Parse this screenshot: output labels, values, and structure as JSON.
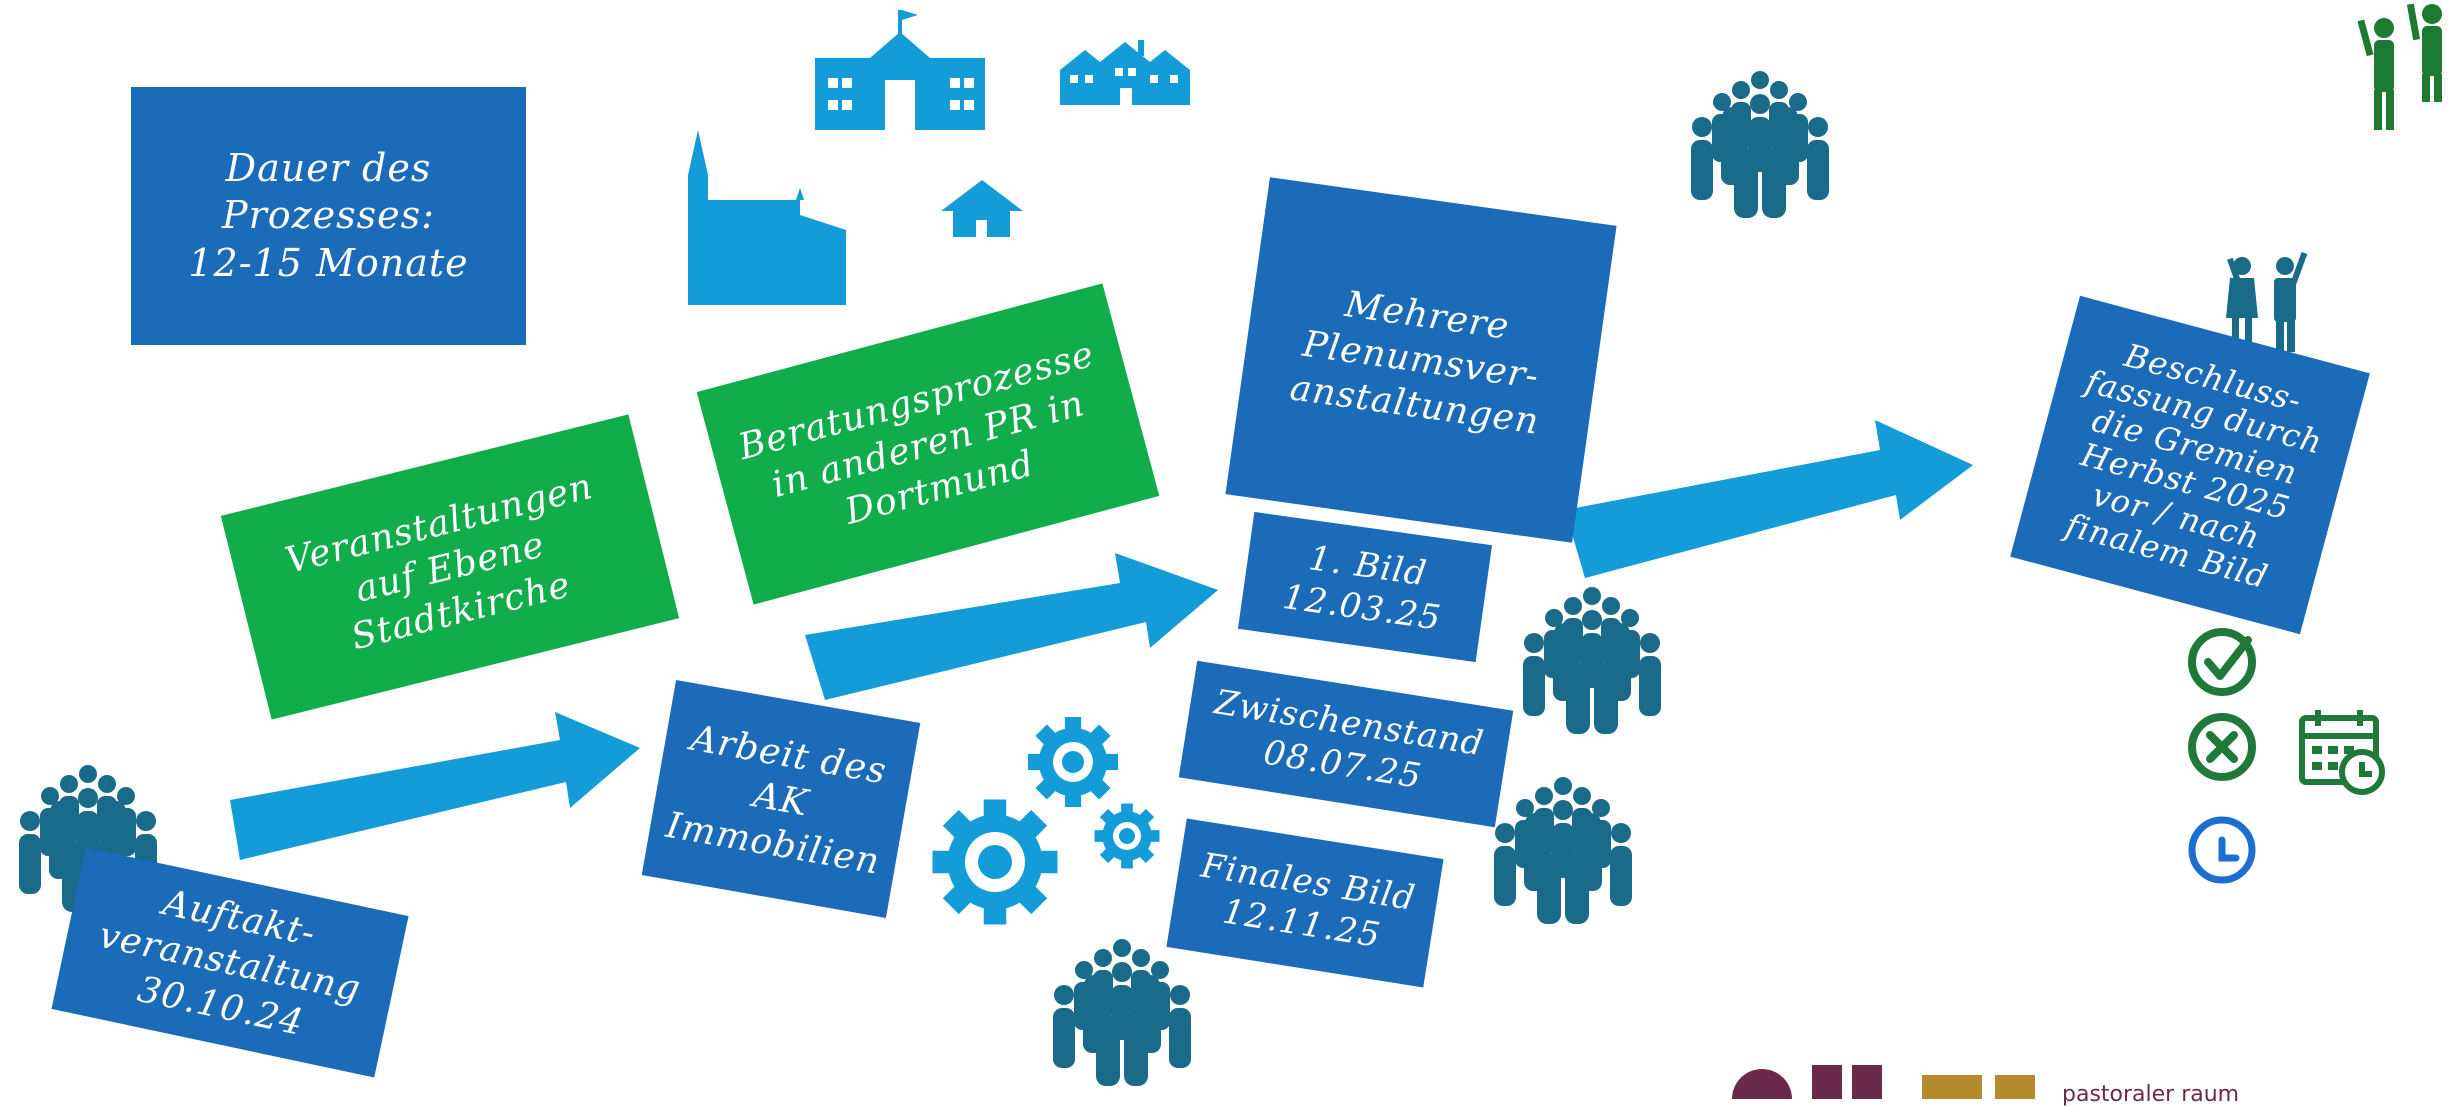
{
  "boxes": {
    "duration": "Dauer des\nProzesses:\n12-15 Monate",
    "kickoff": "Auftakt-\nveranstaltung\n30.10.24",
    "events_city": "Veranstaltungen\nauf Ebene\nStadtkirche",
    "consulting": "Beratungsprozesse\nin anderen PR in\nDortmund",
    "ak_work": "Arbeit des\nAK\nImmobilien",
    "plenum": "Mehrere\nPlenumsver-\nanstaltungen",
    "bild1": "1. Bild\n12.03.25",
    "zwischen": "Zwischenstand\n08.07.25",
    "final": "Finales Bild\n12.11.25",
    "decision": "Beschluss-\nfassung durch\ndie Gremien\nHerbst 2025\nvor / nach\nfinalem Bild"
  },
  "logo": {
    "text": "pastoraler raum"
  },
  "colors": {
    "blue_box": "#1c6bb8",
    "green_box": "#11ad4b",
    "arrow": "#139cd8",
    "people": "#1a6a8a",
    "status_green": "#1f7a3a",
    "status_blue": "#1b6fd0"
  }
}
